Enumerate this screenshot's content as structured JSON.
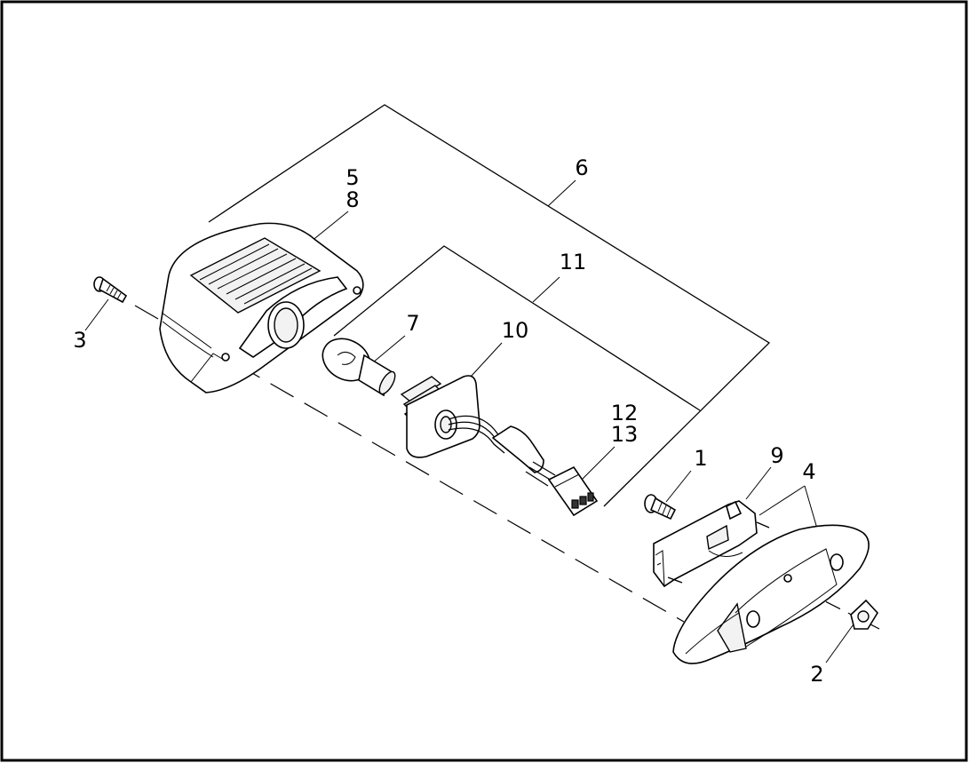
{
  "callouts": [
    "1",
    "2",
    "3",
    "4",
    "5",
    "6",
    "7",
    "8",
    "9",
    "10",
    "11",
    "12",
    "13"
  ],
  "colors": {
    "stroke": "#000000",
    "background": "#ffffff"
  }
}
